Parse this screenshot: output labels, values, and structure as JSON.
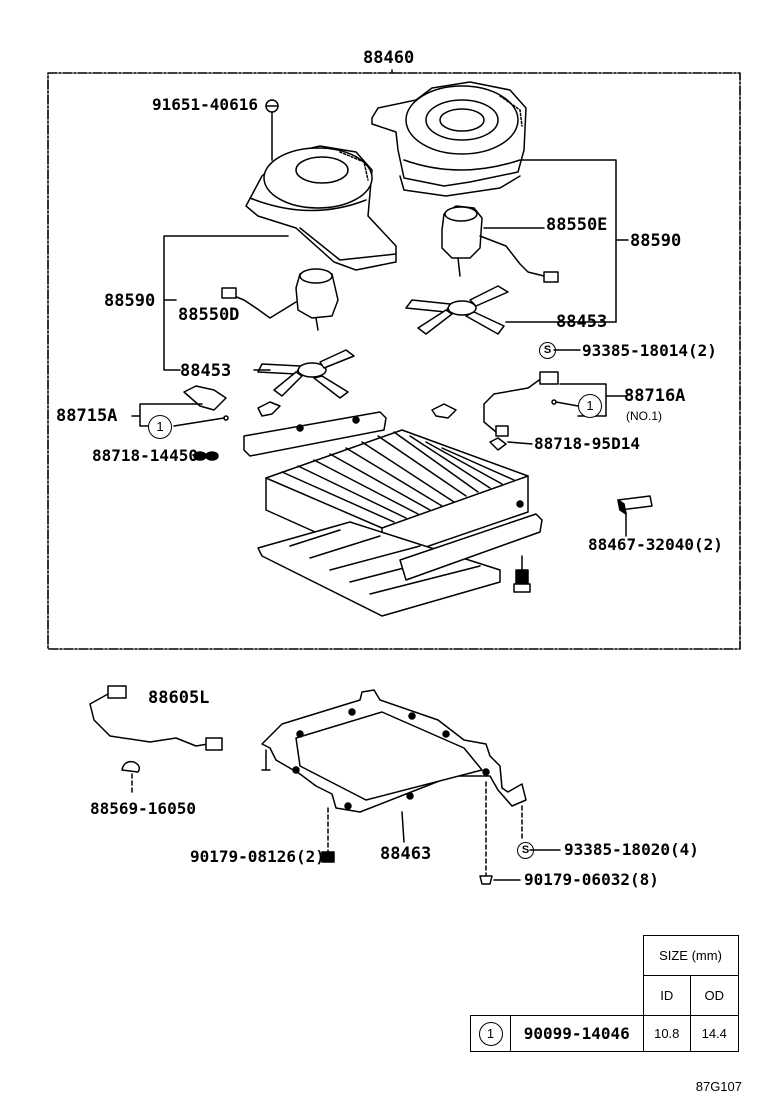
{
  "labels": {
    "assembly": "88460",
    "screw_top": "91651-40616",
    "motor_right": "88550E",
    "blower_right": "88590",
    "blower_left": "88590",
    "motor_left": "88550D",
    "fan_right": "88453",
    "fan_left": "88453",
    "stud_right": "93385-18014(2)",
    "bracket_right": "88716A",
    "no1": "(NO.1)",
    "bracket_left": "88715A",
    "clip_left": "88718-14450",
    "clip_right": "88718-95D14",
    "seal": "88467-32040(2)",
    "harness": "88605L",
    "clamp": "88569-16050",
    "frame": "88463",
    "bolt_left": "90179-08126(2)",
    "stud_bottom": "93385-18020(4)",
    "nut_bottom": "90179-06032(8)"
  },
  "marks": {
    "circle_one": "1",
    "s_mark": "S"
  },
  "spec_table": {
    "size_header": "SIZE (mm)",
    "col_id": "ID",
    "col_od": "OD",
    "row_index": "1",
    "row_part": "90099-14046",
    "row_id": "10.8",
    "row_od": "14.4"
  },
  "diagram_code": "87G107"
}
